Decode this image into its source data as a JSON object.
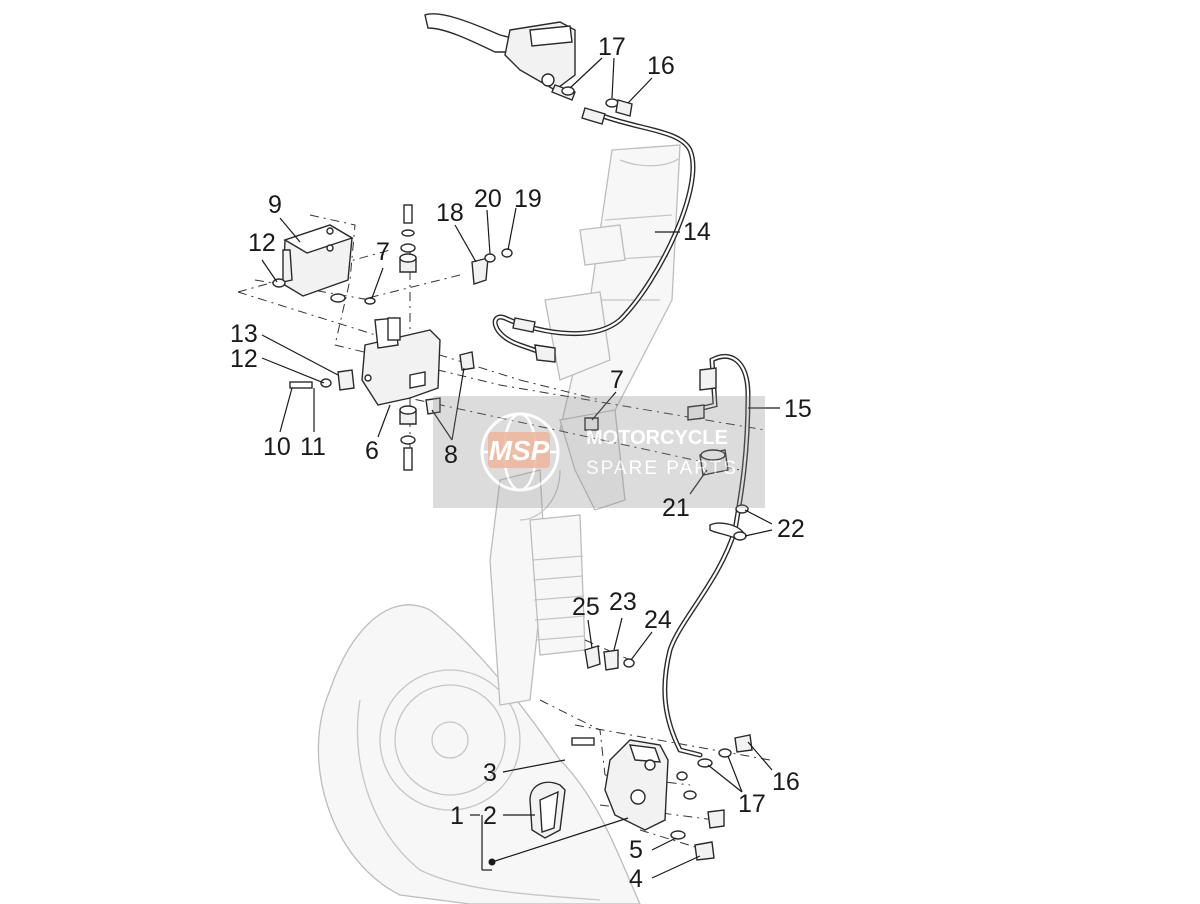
{
  "callouts": {
    "c1": "1",
    "c2": "2",
    "c3": "3",
    "c4": "4",
    "c5": "5",
    "c6": "6",
    "c7a": "7",
    "c7b": "7",
    "c8": "8",
    "c9": "9",
    "c10": "10",
    "c11": "11",
    "c12a": "12",
    "c12b": "12",
    "c13": "13",
    "c14": "14",
    "c15": "15",
    "c16a": "16",
    "c16b": "16",
    "c17a": "17",
    "c17b": "17",
    "c18": "18",
    "c19": "19",
    "c20": "20",
    "c21": "21",
    "c22": "22",
    "c23": "23",
    "c24": "24",
    "c25": "25"
  },
  "watermark": {
    "logo": "MSP",
    "line1": "MOTORCYCLE",
    "line2": "SPARE PARTS",
    "color": "#e07a4a"
  }
}
